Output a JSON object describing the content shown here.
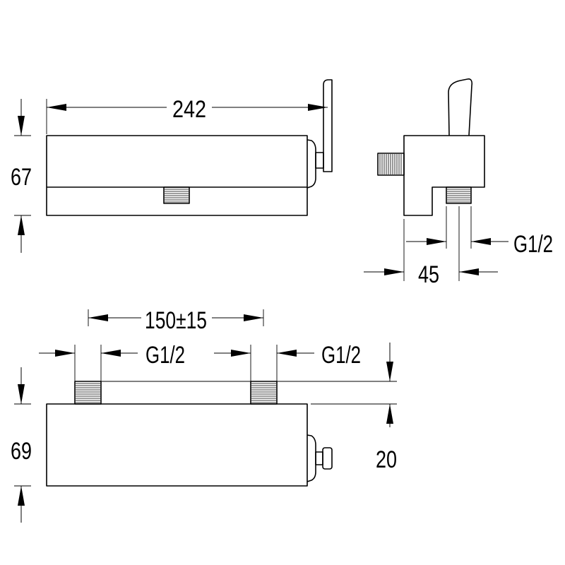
{
  "dimensions": {
    "front_length": "242",
    "front_height": "67",
    "side_thread": "G1/2",
    "side_depth": "45",
    "top_spacing": "150±15",
    "top_thread_left": "G1/2",
    "top_thread_right": "G1/2",
    "top_height": "69",
    "top_thread_height": "20"
  },
  "colors": {
    "line": "#000000",
    "background": "#ffffff"
  }
}
